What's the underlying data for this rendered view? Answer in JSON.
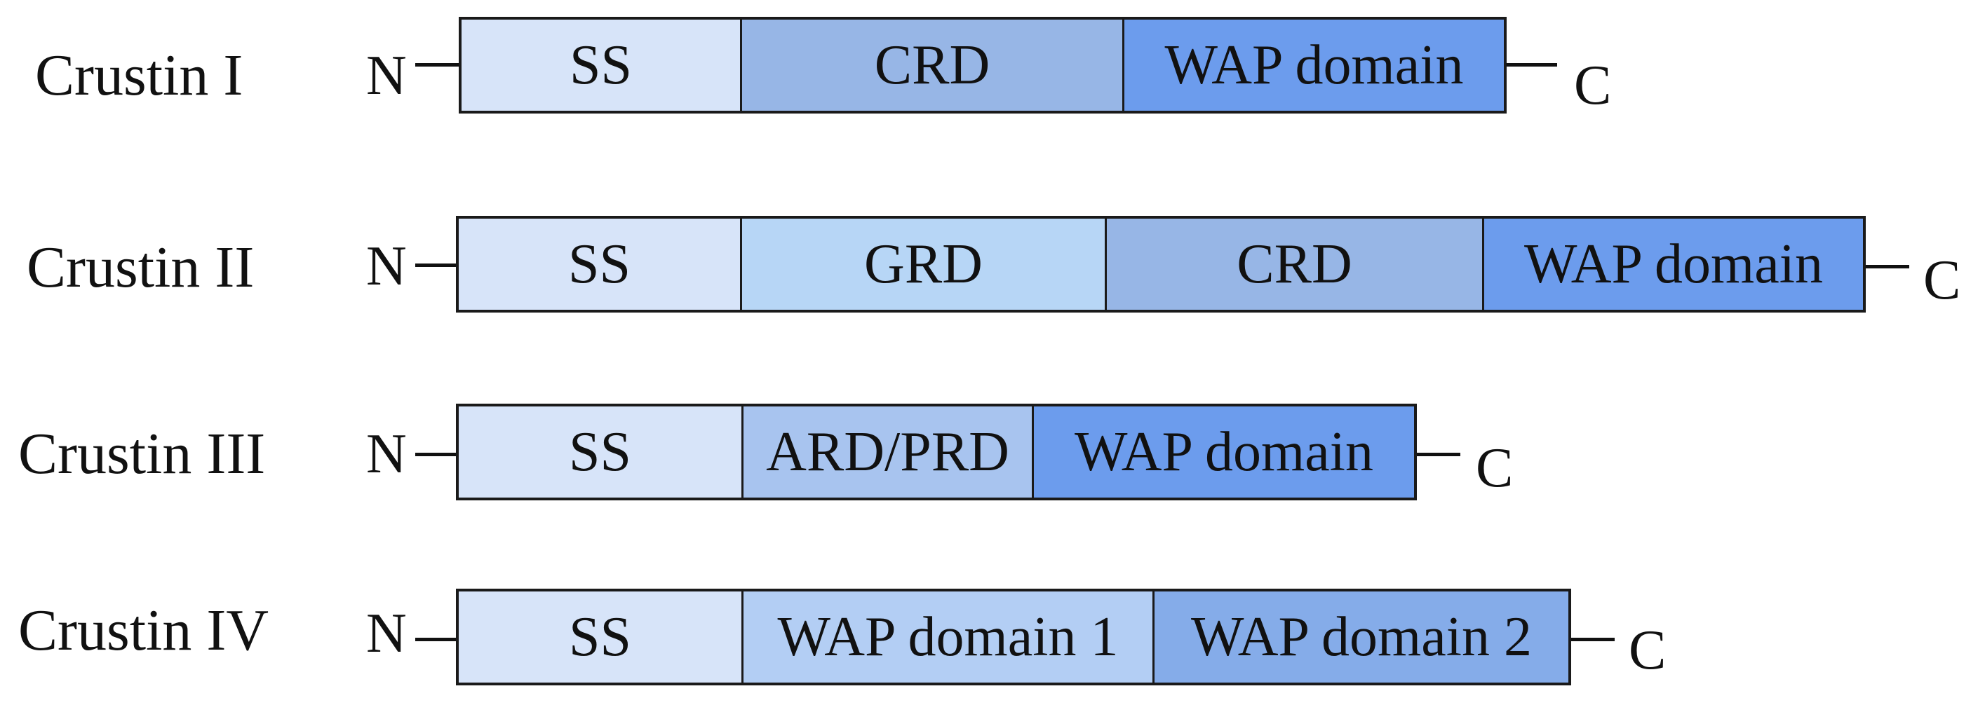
{
  "crustins": [
    {
      "name": "Crustin I",
      "n_terminal": "N",
      "c_terminal": "C",
      "domains": [
        "SS",
        "CRD",
        "WAP domain"
      ]
    },
    {
      "name": "Crustin II",
      "n_terminal": "N",
      "c_terminal": "C",
      "domains": [
        "SS",
        "GRD",
        "CRD",
        "WAP domain"
      ]
    },
    {
      "name": "Crustin III",
      "n_terminal": "N",
      "c_terminal": "C",
      "domains": [
        "SS",
        "ARD/PRD",
        "WAP domain"
      ]
    },
    {
      "name": "Crustin IV",
      "n_terminal": "N",
      "c_terminal": "C",
      "domains": [
        "SS",
        "WAP domain 1",
        "WAP domain 2"
      ]
    }
  ],
  "colors": {
    "ss": "#d7e4f9",
    "grd": "#b7d6f6",
    "crd": "#97b6e6",
    "wap": "#6c9ced",
    "ard_prd": "#a8c4ef",
    "wap1": "#b3cef4",
    "wap2": "#85ace9",
    "outline": "#1a1a1a"
  }
}
